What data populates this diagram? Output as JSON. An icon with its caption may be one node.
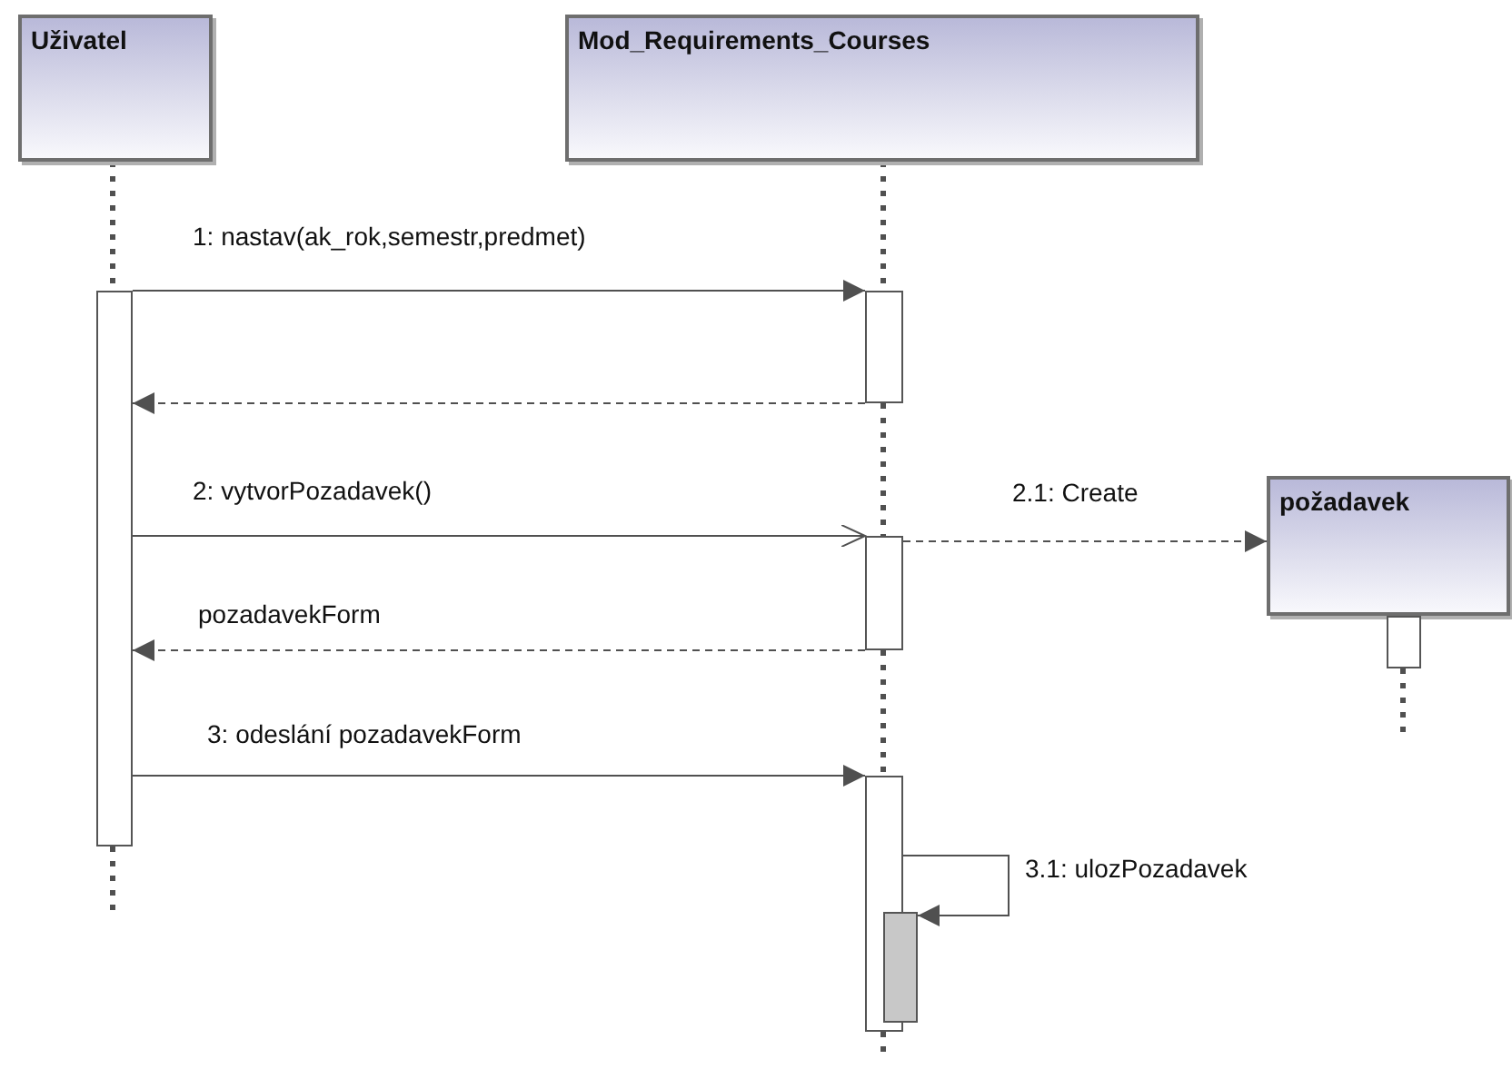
{
  "diagram": {
    "nodes": [
      {
        "text": [
          "Uživatel"
        ]
      },
      {
        "text": [
          "Mod_Requirements_Courses"
        ]
      },
      {
        "text": [
          "požadavek"
        ]
      },
      {
        "text": [],
        "shape": "bar"
      },
      {
        "text": [],
        "shape": "bar"
      },
      {
        "text": [],
        "shape": "bar"
      },
      {
        "text": [],
        "shape": "bar"
      },
      {
        "text": [],
        "shape": "bar"
      },
      {
        "text": [],
        "shape": "bar"
      }
    ],
    "edges": [
      {
        "from": 3,
        "to": 4,
        "arrow": "to",
        "label": "1: nastav(ak_rok,semestr,predmet)"
      },
      {
        "from": 4,
        "to": 3,
        "arrow": "to",
        "style": "dashed"
      },
      {
        "from": 3,
        "to": 5,
        "arrow": "to",
        "label": "2: vytvorPozadavek()"
      },
      {
        "from": 5,
        "to": 2,
        "arrow": "to",
        "style": "dashed",
        "label": "2.1: Create"
      },
      {
        "from": 5,
        "to": 3,
        "arrow": "to",
        "style": "dashed",
        "label": "pozadavekForm"
      },
      {
        "from": 3,
        "to": 6,
        "arrow": "to",
        "label": "3: odeslání pozadavekForm"
      },
      {
        "from": 6,
        "to": 7,
        "arrow": "to",
        "label": "3.1: ulozPozadavek"
      },
      {
        "from": 0,
        "to": 3,
        "arrow": "none",
        "style": "dashed"
      },
      {
        "from": 1,
        "to": 4,
        "arrow": "none",
        "style": "dashed"
      },
      {
        "from": 4,
        "to": 5,
        "arrow": "none",
        "style": "dashed"
      },
      {
        "from": 5,
        "to": 6,
        "arrow": "none",
        "style": "dashed"
      }
    ]
  }
}
